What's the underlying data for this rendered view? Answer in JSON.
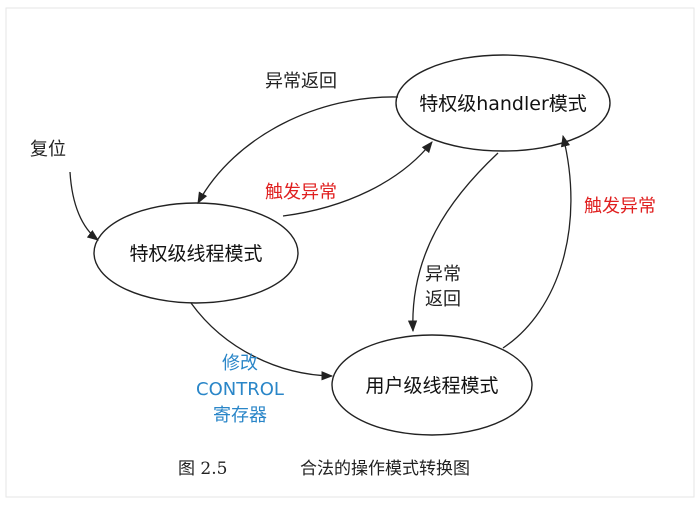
{
  "nodes": {
    "handler_mode": "特权级handler模式",
    "privileged_thread_mode": "特权级线程模式",
    "user_thread_mode": "用户级线程模式"
  },
  "edges": {
    "reset": "复位",
    "handler_to_priv_return": "异常返回",
    "priv_to_handler_trigger": "触发异常",
    "handler_to_user_return_line1": "异常",
    "handler_to_user_return_line2": "返回",
    "user_to_handler_trigger": "触发异常",
    "priv_to_user_line1": "修改",
    "priv_to_user_line2": "CONTROL",
    "priv_to_user_line3": "寄存器"
  },
  "caption": {
    "figure_number": "图 2.5",
    "title": "合法的操作模式转换图"
  },
  "colors": {
    "trigger_label": "#e02020",
    "control_label": "#2a86c8",
    "line": "#222222",
    "frame": "#e6e6e6"
  }
}
